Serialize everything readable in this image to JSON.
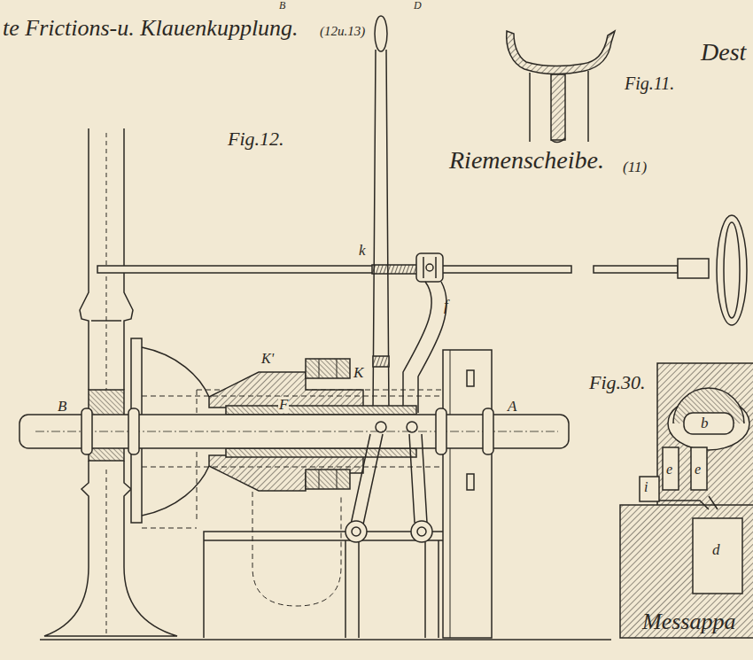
{
  "diagram": {
    "labels": [
      "te Frictions-u. Klauenkupplung.",
      "(12u.13)",
      "B",
      "D",
      "Fig.12.",
      "Fig.11.",
      "Riemenscheibe.",
      "(11)",
      "Dest",
      "k",
      "f",
      "K'",
      "K",
      "F",
      "B",
      "A",
      "Fig.30.",
      "b",
      "e",
      "e",
      "i",
      "d",
      "Messappa"
    ]
  }
}
